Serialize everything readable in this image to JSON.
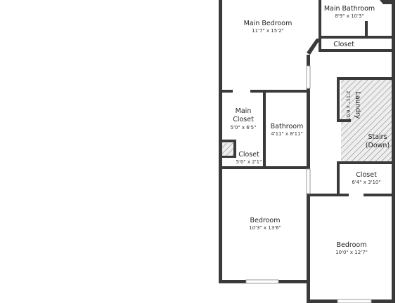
{
  "rooms": {
    "main_bedroom": {
      "name": "Main Bedroom",
      "dims": "11'7\" x 15'2\""
    },
    "main_bathroom": {
      "name": "Main Bathroom",
      "dims": "8'9\" x 10'3\""
    },
    "closet_top": {
      "name": "Closet"
    },
    "main_closet": {
      "name_line1": "Main",
      "name_line2": "Closet",
      "dims": "5'0\" x 6'5\""
    },
    "bathroom": {
      "name": "Bathroom",
      "dims": "4'11\" x 8'11\""
    },
    "laundry": {
      "name": "Laundry",
      "dims": "2'11\" x 6'0\""
    },
    "stairs": {
      "name_line1": "Stairs",
      "name_line2": "(Down)"
    },
    "closet_small": {
      "name": "Closet",
      "dims": "5'0\" x 2'1\""
    },
    "closet_right": {
      "name": "Closet",
      "dims": "6'4\" x 3'10\""
    },
    "bedroom_left": {
      "name": "Bedroom",
      "dims": "10'3\" x 13'6\""
    },
    "bedroom_right": {
      "name": "Bedroom",
      "dims": "10'0\" x 12'7\""
    }
  }
}
